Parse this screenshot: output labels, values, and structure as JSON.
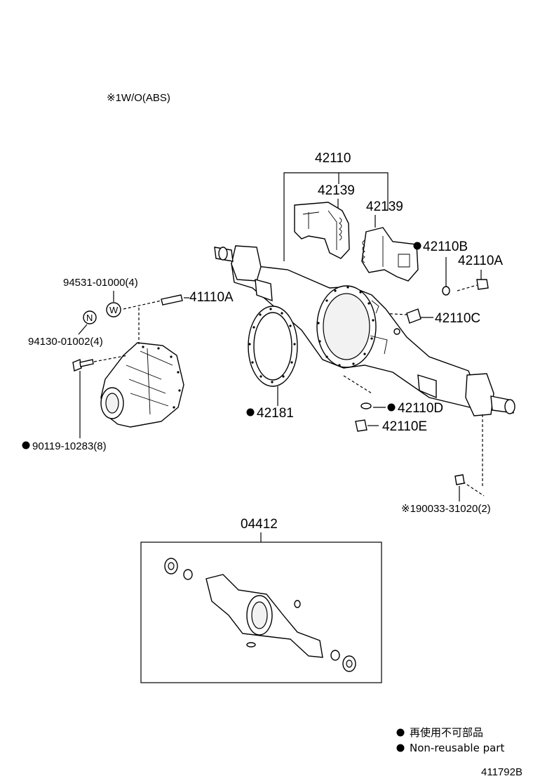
{
  "diagram": {
    "note": "※1W/O(ABS)",
    "labels": {
      "housing_assy": "42110",
      "bracket_left": "42139",
      "bracket_right": "42139",
      "plug_b": "42110B",
      "plug_a": "42110A",
      "breather_c": "42110C",
      "gasket_d": "42110D",
      "plug_e": "42110E",
      "gasket_42181": "42181",
      "stud_41110a": "41110A",
      "washer_94531": "94531-01000(4)",
      "nut_94130": "94130-01002(4)",
      "bolt_90119": "90119-10283(8)",
      "bolt_90033": "※190033-31020(2)",
      "kit_04412": "04412"
    },
    "symbols": {
      "nut": "N",
      "washer": "W"
    },
    "legend": {
      "line_jp": "再使用不可部品",
      "line_en": "Non-reusable part"
    },
    "figure_code": "411792B"
  }
}
